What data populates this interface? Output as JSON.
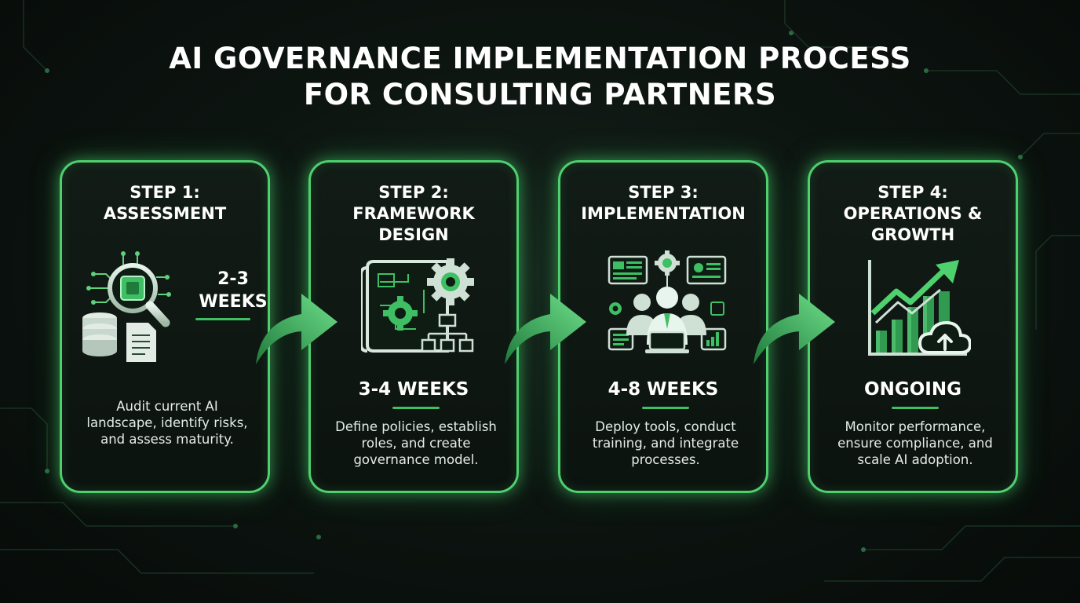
{
  "title": {
    "line1": "AI GOVERNANCE IMPLEMENTATION PROCESS",
    "line2": "FOR CONSULTING PARTNERS"
  },
  "steps": [
    {
      "title_lines": [
        "STEP 1:",
        "ASSESSMENT"
      ],
      "duration_lines": [
        "2-3",
        "WEEKS"
      ],
      "description_lines": [
        "Audit current AI",
        "landscape, identify risks,",
        "and assess maturity."
      ],
      "icon": "magnifier-chip-database-document-icon"
    },
    {
      "title_lines": [
        "STEP 2:",
        "FRAMEWORK",
        "DESIGN"
      ],
      "duration": "3-4 WEEKS",
      "description_lines": [
        "Define policies, establish",
        "roles, and create",
        "governance model."
      ],
      "icon": "blueprint-gears-org-chart-icon"
    },
    {
      "title_lines": [
        "STEP 3:",
        "IMPLEMENTATION"
      ],
      "duration": "4-8 WEEKS",
      "description_lines": [
        "Deploy tools, conduct",
        "training, and integrate",
        "processes."
      ],
      "icon": "team-dashboards-icon"
    },
    {
      "title_lines": [
        "STEP 4:",
        "OPERATIONS &",
        "GROWTH"
      ],
      "duration": "ONGOING",
      "description_lines": [
        "Monitor performance,",
        "ensure compliance, and",
        "scale AI adoption."
      ],
      "icon": "growth-chart-cloud-icon"
    }
  ],
  "colors": {
    "accent": "#4fd06f",
    "accent_dark": "#1f7a3c",
    "background": "#0b120e",
    "text": "#ffffff"
  }
}
